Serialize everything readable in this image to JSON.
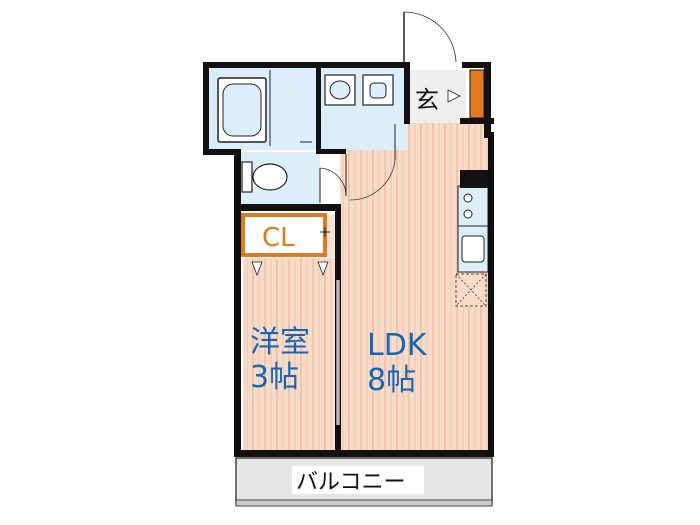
{
  "rooms": {
    "western_room": {
      "name": "洋室",
      "size": "3帖"
    },
    "ldk": {
      "name": "LDK",
      "size": "8帖"
    },
    "closet": {
      "name": "CL"
    },
    "entrance": {
      "name": "玄"
    },
    "balcony": {
      "name": "バルコニー"
    }
  },
  "colors": {
    "wall": "#111111",
    "floor_wood": "#f8dcc8",
    "floor_stripe": "#e4a98a",
    "wet_area": "#dbeefa",
    "label_blue": "#1566b8",
    "closet_orange": "#e07a1d",
    "balcony_fill": "#e6e6e6"
  }
}
